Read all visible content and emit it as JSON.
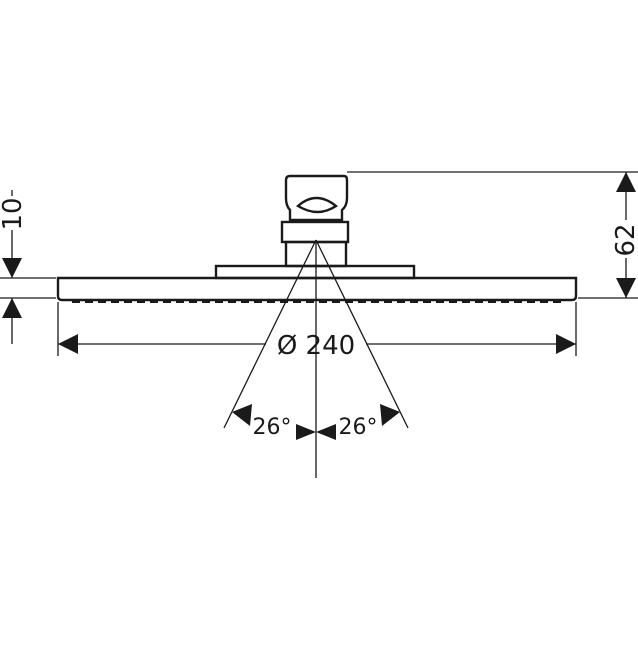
{
  "dimensions": {
    "diameter": "Ø 240",
    "height": "62",
    "thickness": "10",
    "angle_left": "26°",
    "angle_right": "26°"
  }
}
